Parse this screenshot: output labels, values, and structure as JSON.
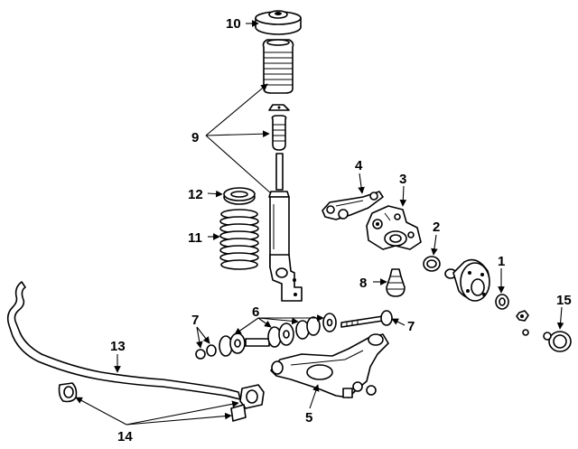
{
  "callouts": {
    "c1": "1",
    "c2": "2",
    "c3": "3",
    "c4": "4",
    "c5": "5",
    "c6": "6",
    "c7a": "7",
    "c7b": "7",
    "c8": "8",
    "c9": "9",
    "c10": "10",
    "c11": "11",
    "c12": "12",
    "c13": "13",
    "c14": "14",
    "c15": "15"
  },
  "parts": [
    {
      "ref": "1",
      "icon": "wheel-bearing-icon"
    },
    {
      "ref": "2",
      "icon": "seal-ring-icon"
    },
    {
      "ref": "3",
      "icon": "steering-knuckle-icon"
    },
    {
      "ref": "4",
      "icon": "steering-arm-icon"
    },
    {
      "ref": "5",
      "icon": "lower-control-arm-icon"
    },
    {
      "ref": "6",
      "icon": "bushing-set-icon"
    },
    {
      "ref": "7",
      "icon": "bolt-nut-icon"
    },
    {
      "ref": "8",
      "icon": "ball-joint-boot-icon"
    },
    {
      "ref": "9",
      "icon": "strut-assembly-icon"
    },
    {
      "ref": "10",
      "icon": "strut-mount-icon"
    },
    {
      "ref": "11",
      "icon": "coil-spring-icon"
    },
    {
      "ref": "12",
      "icon": "spring-insulator-icon"
    },
    {
      "ref": "13",
      "icon": "stabilizer-bar-icon"
    },
    {
      "ref": "14",
      "icon": "stabilizer-bushing-icon"
    },
    {
      "ref": "15",
      "icon": "grease-cap-icon"
    }
  ],
  "colors": {
    "line": "#000000",
    "background": "#ffffff"
  }
}
